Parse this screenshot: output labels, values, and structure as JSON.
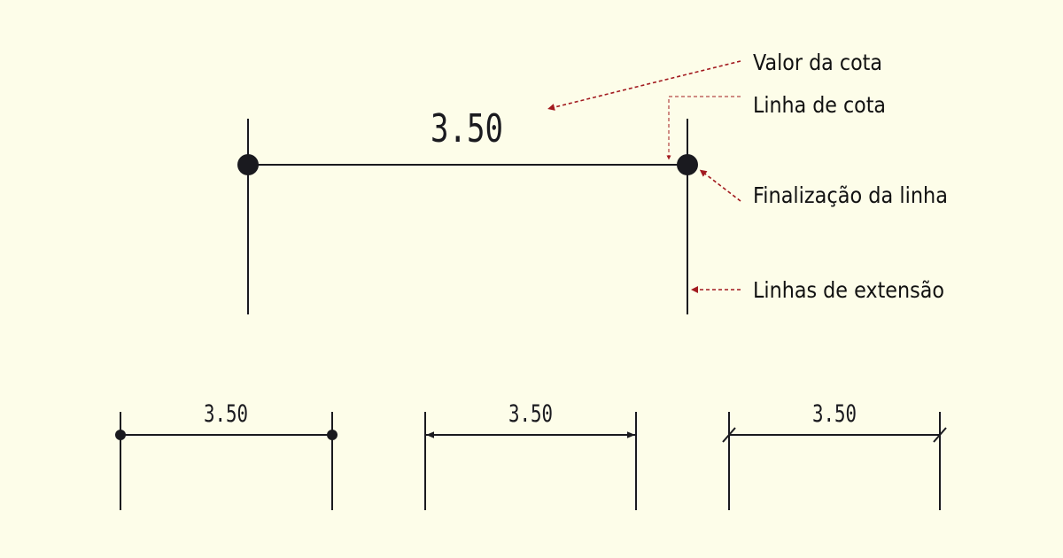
{
  "main_example": {
    "value": "3.50"
  },
  "annotations": {
    "valor_da_cota": "Valor da cota",
    "linha_de_cota": "Linha de cota",
    "finalizacao_da_linha": "Finalização da linha",
    "linhas_de_extensao": "Linhas de extensão"
  },
  "variants": [
    {
      "value": "3.50",
      "terminator": "dot"
    },
    {
      "value": "3.50",
      "terminator": "arrow"
    },
    {
      "value": "3.50",
      "terminator": "tick"
    }
  ],
  "colors": {
    "background": "#fdfde9",
    "line": "#1a1a1f",
    "leader": "#a21a1f"
  }
}
